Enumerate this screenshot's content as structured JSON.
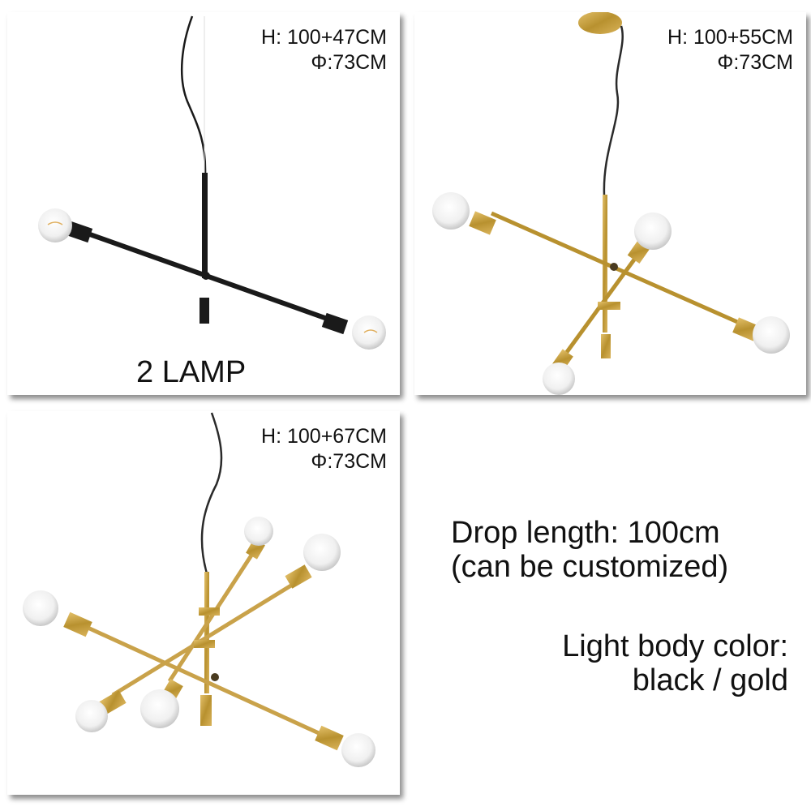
{
  "panels": [
    {
      "id": "2-lamp-black",
      "finish": "black",
      "lamp_count": 2,
      "dimensions": {
        "height": "H: 100+47CM",
        "diameter": "Φ:73CM"
      },
      "caption": "2 LAMP"
    },
    {
      "id": "4-lamp-gold",
      "finish": "gold",
      "lamp_count": 4,
      "dimensions": {
        "height": "H: 100+55CM",
        "diameter": "Φ:73CM"
      }
    },
    {
      "id": "6-lamp-gold",
      "finish": "gold",
      "lamp_count": 6,
      "dimensions": {
        "height": "H: 100+67CM",
        "diameter": "Φ:73CM"
      }
    }
  ],
  "info": {
    "drop_length_line1": "Drop length: 100cm",
    "drop_length_line2": "(can be customized)",
    "color_line1": "Light body color:",
    "color_line2": "black / gold"
  },
  "colors": {
    "black_finish": "#1a1a1a",
    "gold_finish": "#c9a24a",
    "bulb_glass": "#f2f2f2",
    "text": "#111111"
  }
}
